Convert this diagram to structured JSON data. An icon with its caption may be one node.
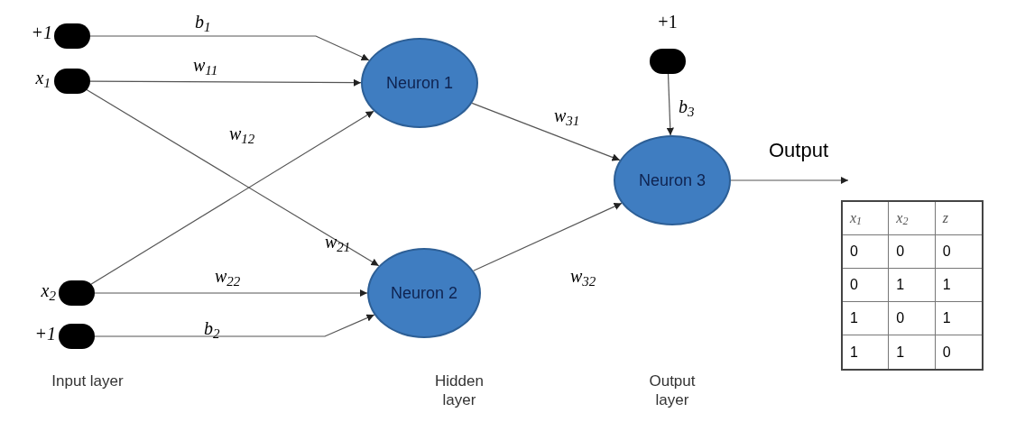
{
  "diagram": {
    "nodes": [
      {
        "text": [],
        "shape": "circle",
        "beside": [
          "+1"
        ]
      },
      {
        "text": [],
        "shape": "circle",
        "beside": [
          "x$_{1}$"
        ]
      },
      {
        "text": [],
        "shape": "circle",
        "beside": [
          "x$_{2}$"
        ]
      },
      {
        "text": [],
        "shape": "circle",
        "beside": [
          "+1"
        ]
      },
      {
        "text": [
          "Neuron 1"
        ]
      },
      {
        "text": [
          "Neuron 2"
        ]
      },
      {
        "text": [],
        "shape": "circle",
        "beside": [
          "+1"
        ]
      },
      {
        "text": [
          "Neuron 3"
        ]
      }
    ],
    "edges": [
      {
        "from": 0,
        "to": 4,
        "arrow": "to",
        "label": "b$_{1}$"
      },
      {
        "from": 1,
        "to": 4,
        "arrow": "to",
        "label": "w$_{11}$"
      },
      {
        "from": 1,
        "to": 5,
        "arrow": "to",
        "label": "w$_{21}$"
      },
      {
        "from": 2,
        "to": 4,
        "arrow": "to",
        "label": "w$_{12}$"
      },
      {
        "from": 2,
        "to": 5,
        "arrow": "to",
        "label": "w$_{22}$"
      },
      {
        "from": 3,
        "to": 5,
        "arrow": "to",
        "label": "b$_{2}$"
      },
      {
        "from": 4,
        "to": 7,
        "arrow": "to",
        "label": "w$_{31}$"
      },
      {
        "from": 5,
        "to": 7,
        "arrow": "to",
        "label": "w$_{32}$"
      },
      {
        "from": 6,
        "to": 7,
        "arrow": "to",
        "label": "b$_{3}$"
      },
      {
        "from": 7,
        "to": null,
        "arrow": "to",
        "label": "Output"
      }
    ],
    "labels": [
      "x$_{1}$",
      "x$_{2}$",
      "z",
      "0",
      "0",
      "0",
      "0",
      "1",
      "1",
      "1",
      "0",
      "1",
      "1",
      "1",
      "0",
      "Input layer",
      "Hidden layer",
      "Output layer"
    ]
  }
}
